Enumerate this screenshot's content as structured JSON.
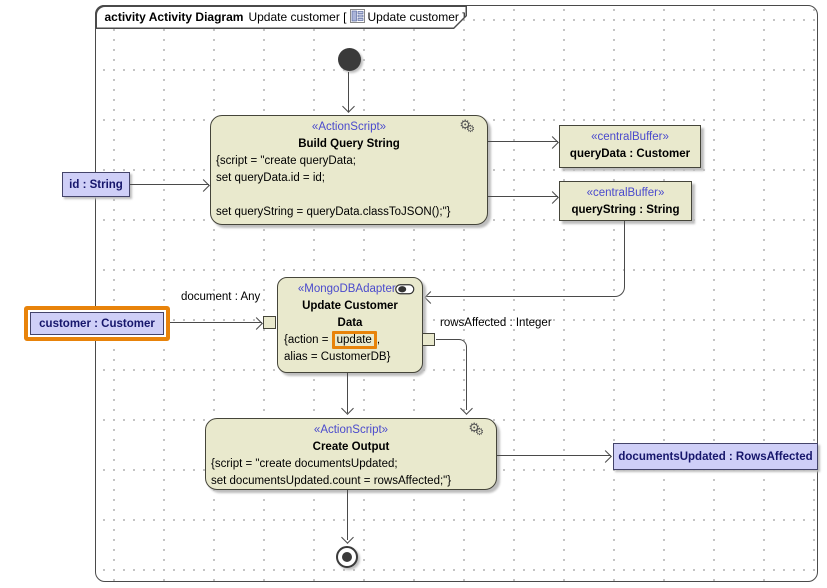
{
  "frame": {
    "title_bold": "activity Activity Diagram",
    "title_pre": "Update customer [",
    "title_post": "Update customer ]"
  },
  "nodes": {
    "build_query": {
      "stereotype": "«ActionScript»",
      "name": "Build Query String",
      "body": [
        "{script = \"create queryData;",
        "set queryData.id = id;",
        "",
        "set queryString = queryData.classToJSON();\"}"
      ]
    },
    "query_data_buffer": {
      "stereotype": "«centralBuffer»",
      "name": "queryData : Customer"
    },
    "query_string_buffer": {
      "stereotype": "«centralBuffer»",
      "name": "queryString : String"
    },
    "id_param": {
      "name": "id : String"
    },
    "customer_param": {
      "name": "customer : Customer"
    },
    "update_customer": {
      "stereotype": "«MongoDBAdapter»",
      "name": "Update Customer Data",
      "action_prefix": "{action = ",
      "action_value": "update",
      "action_suffix": ",",
      "alias_line": "alias = CustomerDB}"
    },
    "create_output": {
      "stereotype": "«ActionScript»",
      "name": "Create Output",
      "body": [
        "{script = \"create documentsUpdated;",
        "set documentsUpdated.count = rowsAffected;\"}"
      ]
    },
    "documents_updated": {
      "name": "documentsUpdated : RowsAffected"
    }
  },
  "labels": {
    "document_any": "document : Any",
    "rows_affected": "rowsAffected : Integer"
  },
  "icons": {
    "gears": "⚙",
    "diagram_icon": "activity-diagram-icon",
    "adapter_icon": "adapter-capsule-icon"
  },
  "colors": {
    "node_fill": "#e9e9cd",
    "node_border": "#45453a",
    "object_fill": "#cfcff7",
    "object_text": "#16166b",
    "stereotype_text": "#4a4acd",
    "highlight_orange": "#e8830a",
    "edge": "#4a4a4a"
  }
}
